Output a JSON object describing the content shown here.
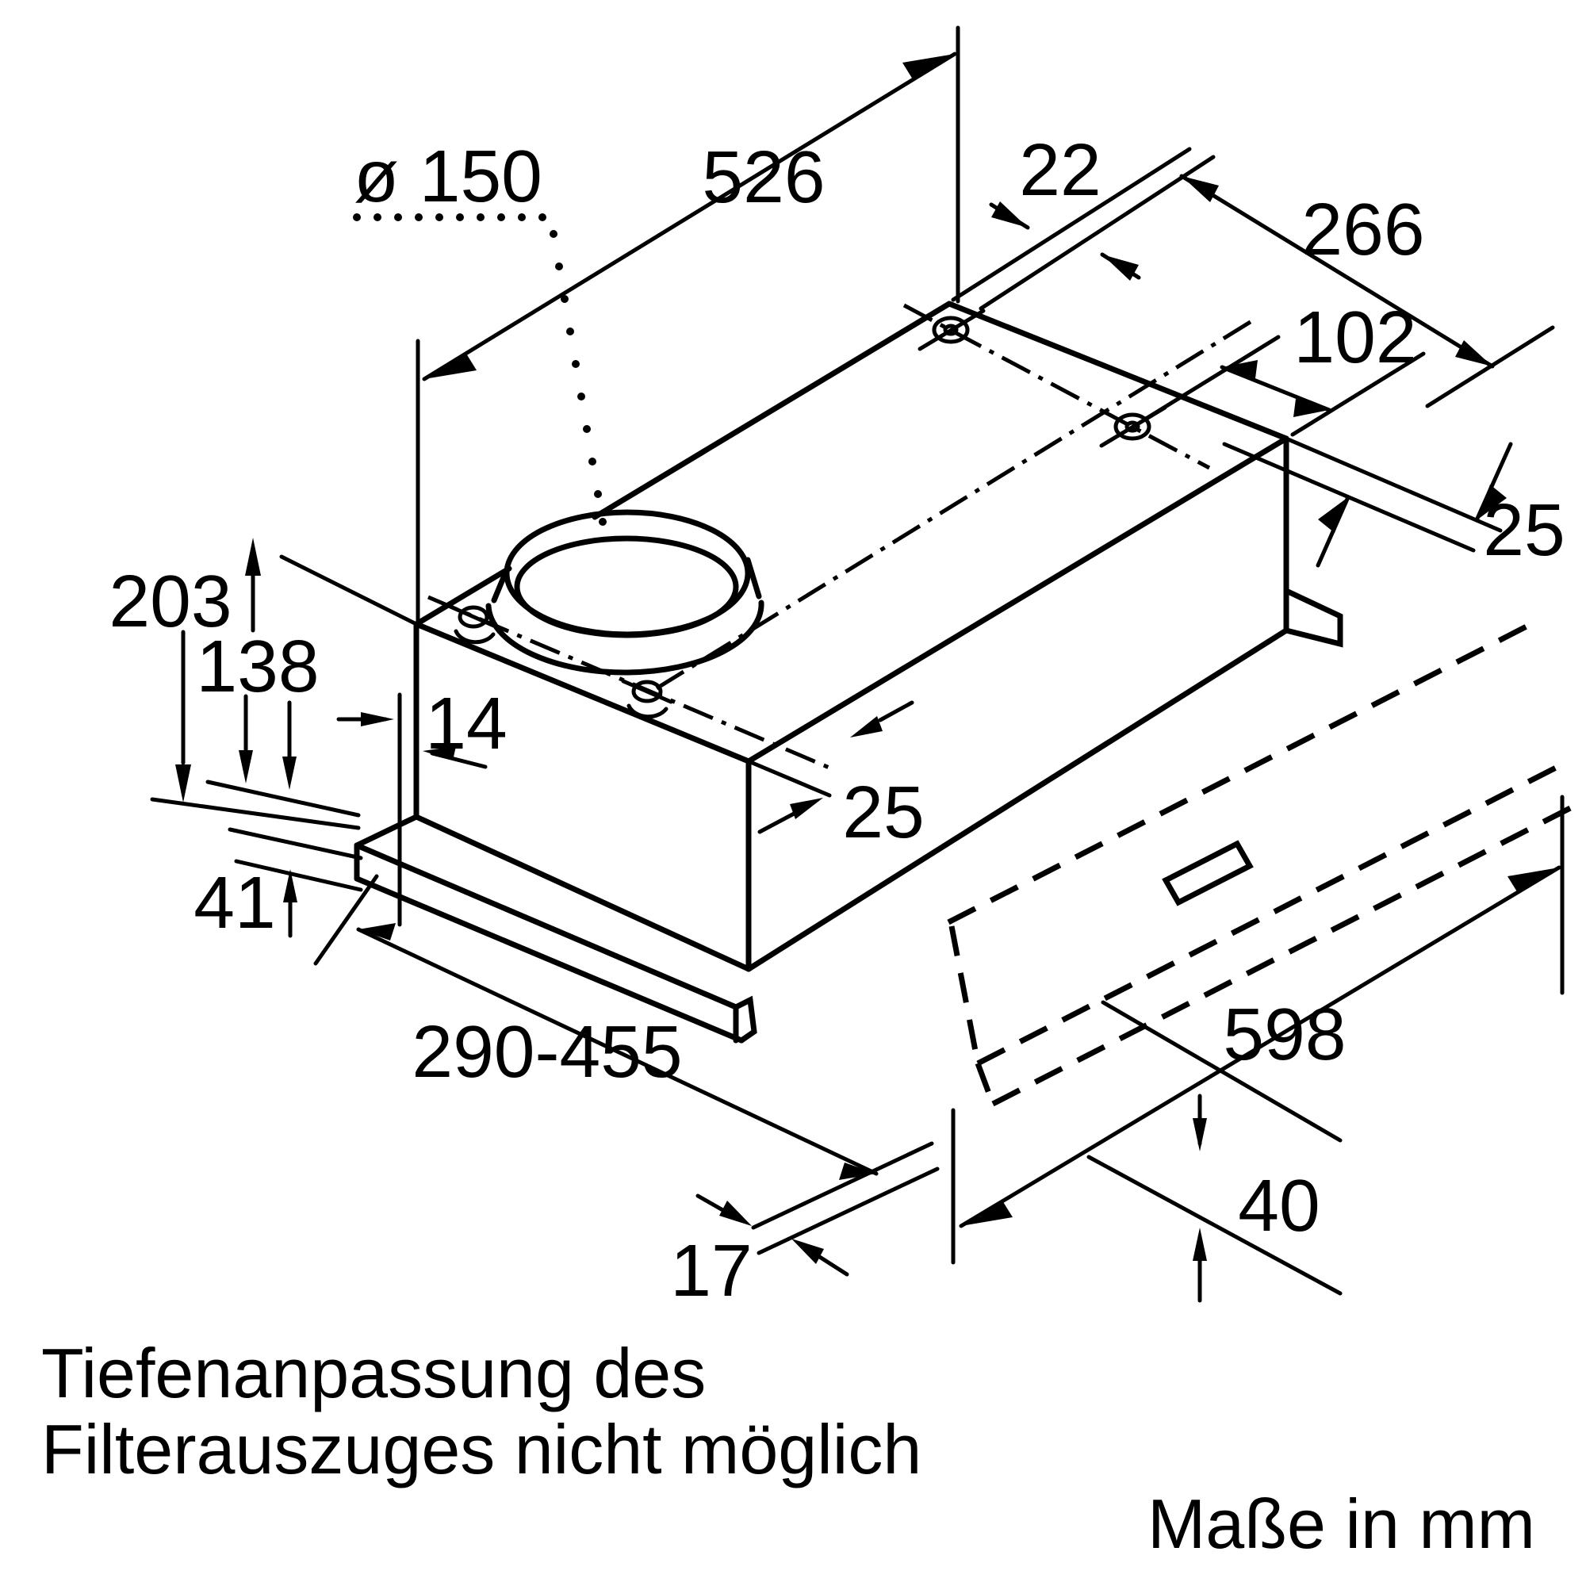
{
  "drawing": {
    "kind": "appliance installation dimension drawing",
    "style": {
      "line_color": "#000000",
      "background": "#ffffff"
    },
    "dimensions": {
      "duct_diameter": "ø 150",
      "body_width": "526",
      "screw_front_offset": "22",
      "screw_spacing": "266",
      "screw_back_offset": "102",
      "rail_inset_right": "25",
      "total_height": "203",
      "body_height": "138",
      "wall_gap": "14",
      "front_inset": "25",
      "rail_height": "41",
      "depth_range": "290-455",
      "visor_width": "598",
      "visor_front_height": "40",
      "visor_gap": "17"
    },
    "notes": {
      "line1": "Tiefenanpassung des",
      "line2": "Filterauszuges nicht möglich",
      "units": "Maße in mm"
    }
  }
}
